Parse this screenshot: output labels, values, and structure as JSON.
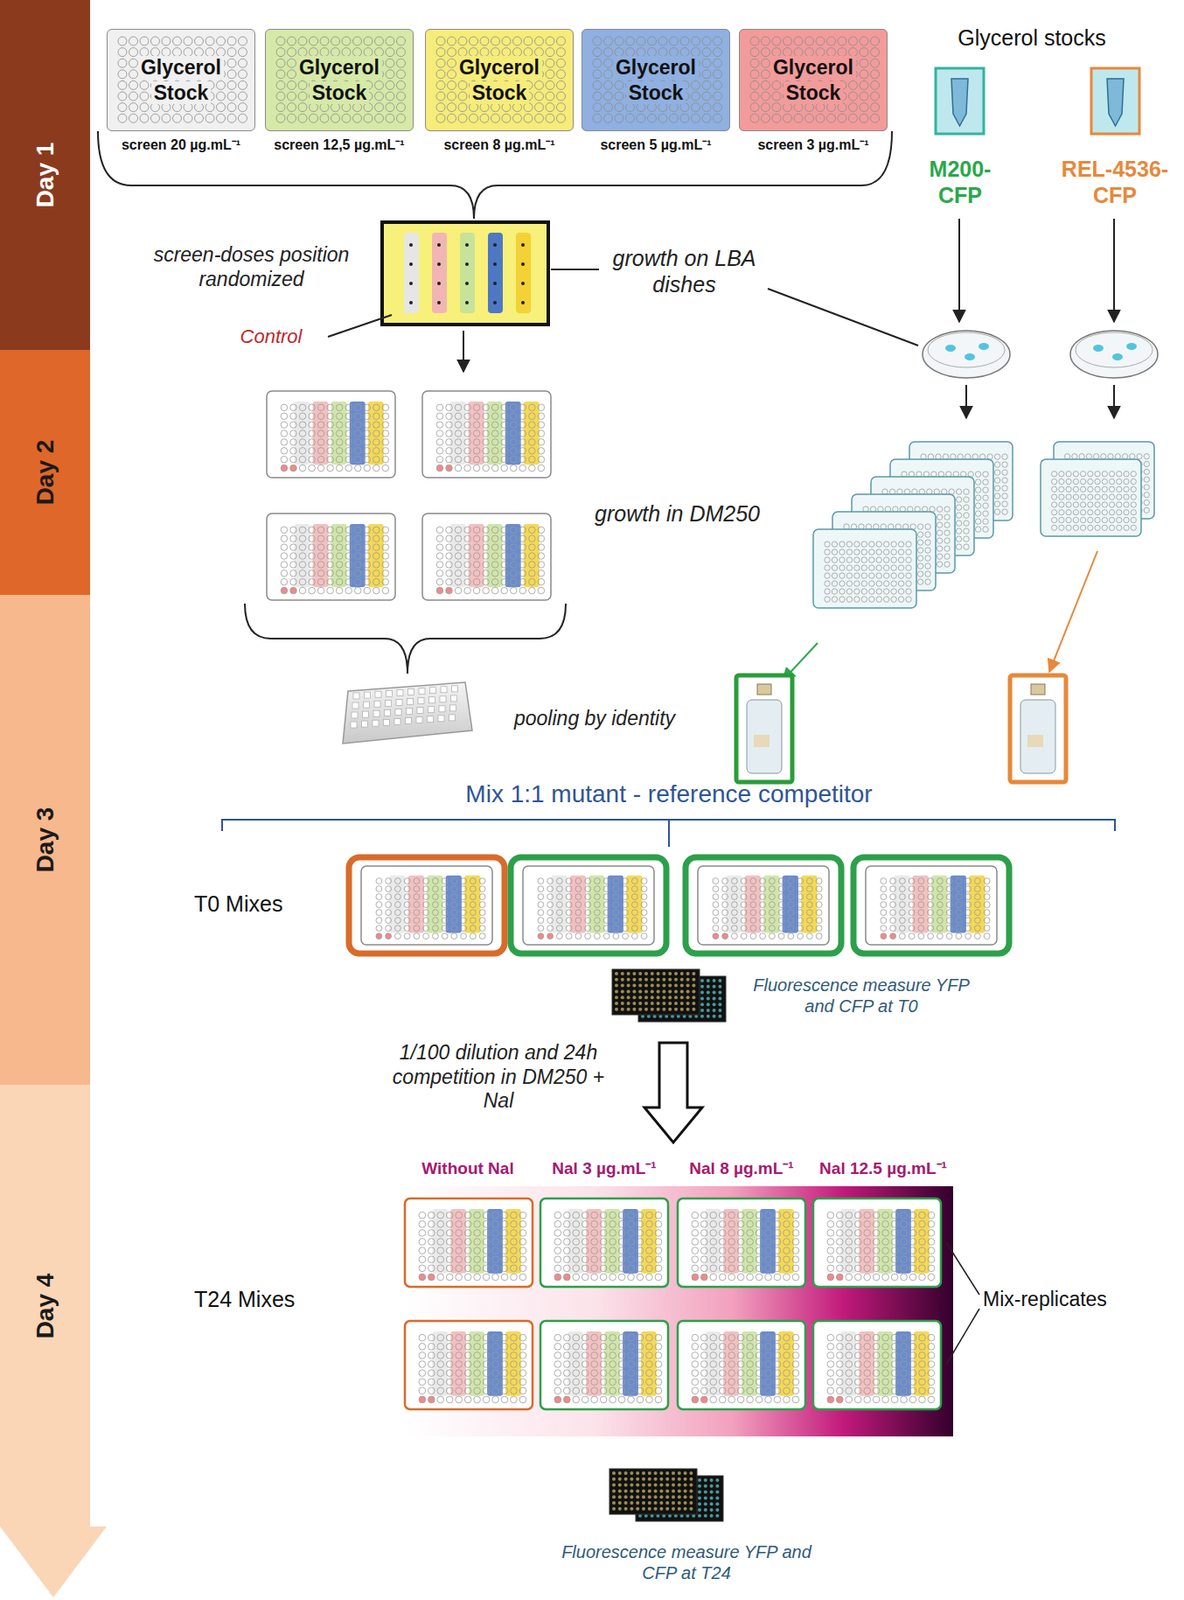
{
  "diagram": {
    "nodes": [
      {
        "text": [
          "Day 1"
        ]
      },
      {
        "text": [
          "Day 2"
        ]
      },
      {
        "text": [
          "Day 3"
        ]
      },
      {
        "text": [
          "Day 4"
        ]
      },
      {
        "text": [
          "Glycerol Stock",
          "screen 20 µg.mL⁻¹"
        ]
      },
      {
        "text": [
          "Glycerol Stock",
          "screen 12,5 µg.mL⁻¹"
        ]
      },
      {
        "text": [
          "Glycerol Stock",
          "screen 8 µg.mL⁻¹"
        ]
      },
      {
        "text": [
          "Glycerol Stock",
          "screen 5 µg.mL⁻¹"
        ]
      },
      {
        "text": [
          "Glycerol Stock",
          "screen 3 µg.mL⁻¹"
        ]
      },
      {
        "text": [
          "M200-CFP"
        ]
      },
      {
        "text": [
          "REL-4536-CFP"
        ]
      }
    ],
    "labels": [
      "Glycerol stocks",
      "screen-doses position randomized",
      "Control",
      "growth on LBA dishes",
      "growth in DM250",
      "pooling by identity",
      "Mix 1:1 mutant - reference competitor",
      "T0 Mixes",
      "Fluorescence measure YFP and CFP at T0",
      "1/100 dilution and 24h competition in DM250 + Nal",
      "Without Nal",
      "Nal 3 µg.mL⁻¹",
      "Nal 8 µg.mL⁻¹",
      "Nal 12.5 µg.mL⁻¹",
      "T24 Mixes",
      "Mix-replicates",
      "Fluorescence measure YFP and CFP at T24"
    ]
  }
}
